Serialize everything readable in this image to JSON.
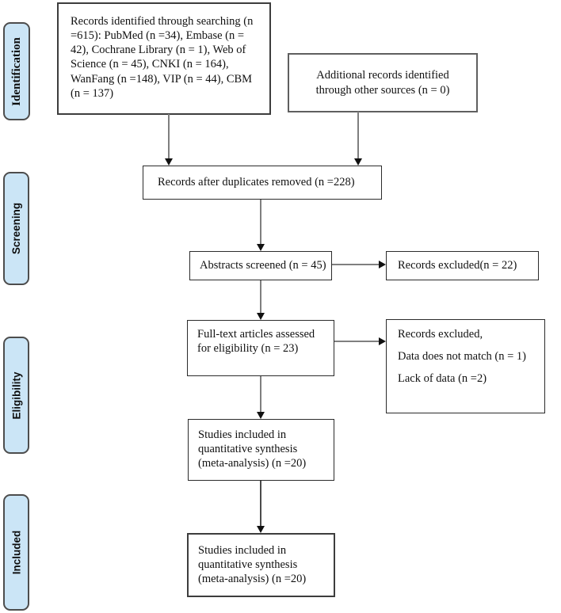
{
  "stages": [
    {
      "label": "Identification"
    },
    {
      "label": "Screening"
    },
    {
      "label": "Eligibility"
    },
    {
      "label": "Included"
    }
  ],
  "boxes": {
    "records_identified": {
      "text": "Records identified through searching (n =615): PubMed (n =34), Embase (n = 42), Cochrane Library (n = 1), Web of Science (n = 45), CNKI (n = 164), WanFang (n =148), VIP (n = 44), CBM (n = 137)"
    },
    "additional_records": {
      "text": "Additional records identified through other sources (n = 0)"
    },
    "duplicates_removed": {
      "text": "Records after duplicates removed (n =228)"
    },
    "abstracts_screened": {
      "text": "Abstracts screened (n = 45)"
    },
    "records_excluded": {
      "text": "Records excluded(n = 22)"
    },
    "fulltext_assessed": {
      "text": "Full-text articles assessed for eligibility (n = 23)"
    },
    "fulltext_excluded": {
      "lines": [
        "Records excluded,",
        "Data does not match (n = 1)",
        "Lack of data (n =2)"
      ]
    },
    "studies_included_quantitative": {
      "text": "Studies included in quantitative synthesis (meta-analysis) (n =20)"
    },
    "studies_included_final": {
      "text": "Studies included in quantitative synthesis (meta-analysis) (n =20)"
    }
  },
  "colors": {
    "stage_fill": "#cbe5f6",
    "stage_border": "#4d4d4d",
    "box_border": "#2b2b2b",
    "arrow_stem": "#7f7f7f",
    "arrow_head": "#111111"
  }
}
